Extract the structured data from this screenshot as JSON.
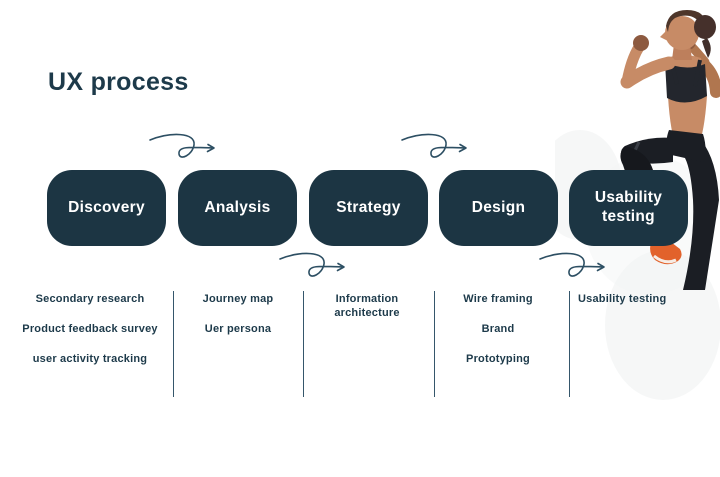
{
  "title": "UX process",
  "colors": {
    "box_bg": "#1c3543",
    "text_dark": "#1d3a4a",
    "box_text": "#ffffff",
    "arrow": "#2d4f63",
    "shoe_orange": "#e2622b"
  },
  "process": {
    "stages": [
      {
        "label": "Discovery",
        "items": [
          "Secondary research",
          "Product feedback survey",
          "user activity tracking"
        ]
      },
      {
        "label": "Analysis",
        "items": [
          "Journey map",
          "Uer persona"
        ]
      },
      {
        "label": "Strategy",
        "items": [
          "Information architecture"
        ]
      },
      {
        "label": "Design",
        "items": [
          "Wire framing",
          "Brand",
          "Prototyping"
        ]
      },
      {
        "label": "Usability testing",
        "items": [
          "Usability testing"
        ]
      }
    ]
  },
  "decor": {
    "arrow_icon": "curly-arrow",
    "photo_alt": "fitness woman running with high knee, black sportswear, orange sneaker"
  }
}
